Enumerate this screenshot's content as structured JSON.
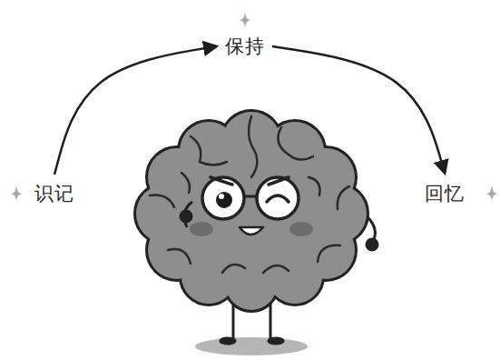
{
  "diagram": {
    "nodes": [
      {
        "text": [
          "识记"
        ]
      },
      {
        "text": [
          "保持"
        ]
      },
      {
        "text": [
          "回忆"
        ]
      }
    ],
    "edges": [
      {
        "from": 0,
        "to": 1,
        "arrow": "to"
      },
      {
        "from": 1,
        "to": 2,
        "arrow": "to"
      }
    ]
  }
}
